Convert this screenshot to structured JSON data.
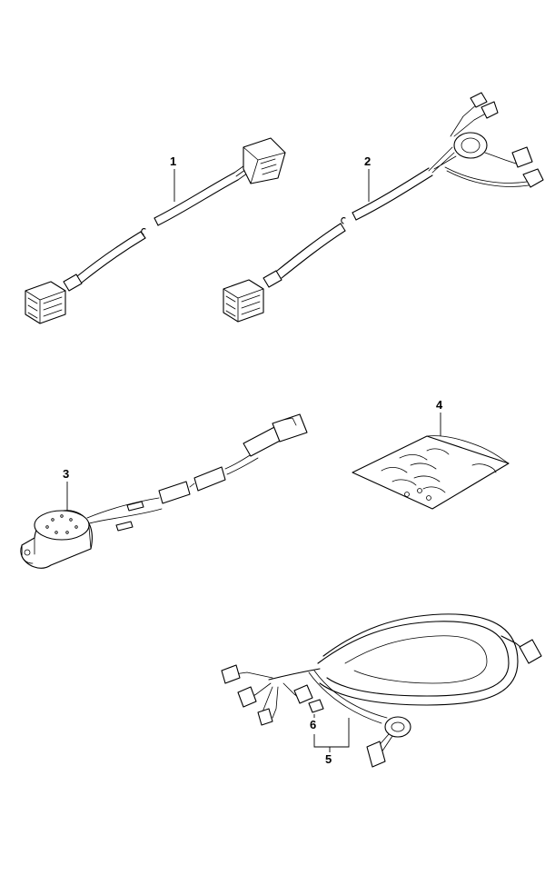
{
  "parts": [
    {
      "id": "harness-1",
      "callout": "1"
    },
    {
      "id": "harness-2",
      "callout": "2"
    },
    {
      "id": "buzzer-3",
      "callout": "3"
    },
    {
      "id": "bag-4",
      "callout": "4"
    },
    {
      "id": "main-harness-5",
      "callout": "5"
    },
    {
      "id": "fuse-6",
      "callout": "6"
    }
  ],
  "colors": {
    "line": "#000000",
    "background": "#ffffff"
  }
}
